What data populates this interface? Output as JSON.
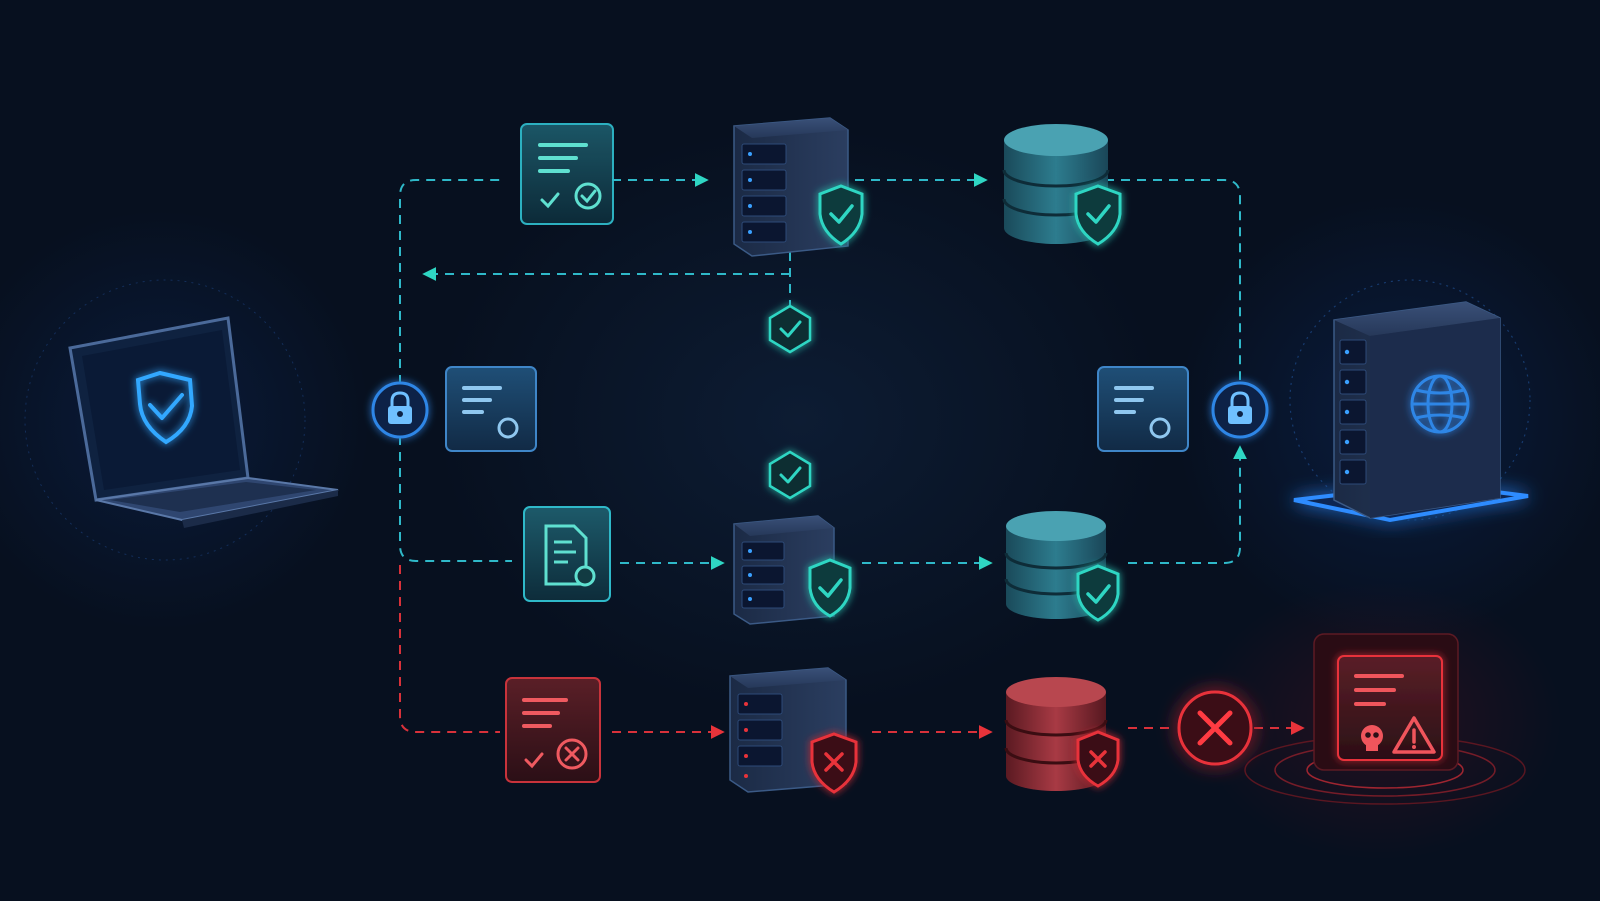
{
  "colors": {
    "background": "#07101f",
    "primary_blue": "#1e8fff",
    "secure_cyan": "#2fd6c3",
    "compromised_red": "#e8333a"
  },
  "nodes": {
    "client": {
      "icon": "laptop-shield-icon"
    },
    "server": {
      "icon": "server-globe-icon"
    },
    "lock_left": {
      "icon": "lock-icon"
    },
    "lock_right": {
      "icon": "lock-icon"
    },
    "cert_main_left": {
      "icon": "certificate-icon"
    },
    "cert_main_right": {
      "icon": "certificate-icon"
    },
    "top_path": [
      {
        "icon": "certificate-check-icon",
        "status": "valid"
      },
      {
        "icon": "server-shield-check-icon",
        "status": "valid"
      },
      {
        "icon": "database-shield-check-icon",
        "status": "valid"
      }
    ],
    "middle_path": [
      {
        "icon": "document-certificate-icon",
        "status": "valid"
      },
      {
        "icon": "server-shield-check-icon",
        "status": "valid"
      },
      {
        "icon": "database-shield-check-icon",
        "status": "valid"
      }
    ],
    "bottom_path": [
      {
        "icon": "certificate-invalid-icon",
        "status": "invalid"
      },
      {
        "icon": "server-shield-x-icon",
        "status": "invalid"
      },
      {
        "icon": "database-shield-x-icon",
        "status": "invalid"
      },
      {
        "icon": "x-circle-icon",
        "status": "blocked"
      },
      {
        "icon": "malicious-document-warning-icon",
        "status": "threat"
      }
    ],
    "verification_badges": [
      {
        "icon": "shield-check-icon"
      },
      {
        "icon": "shield-check-icon"
      }
    ]
  }
}
